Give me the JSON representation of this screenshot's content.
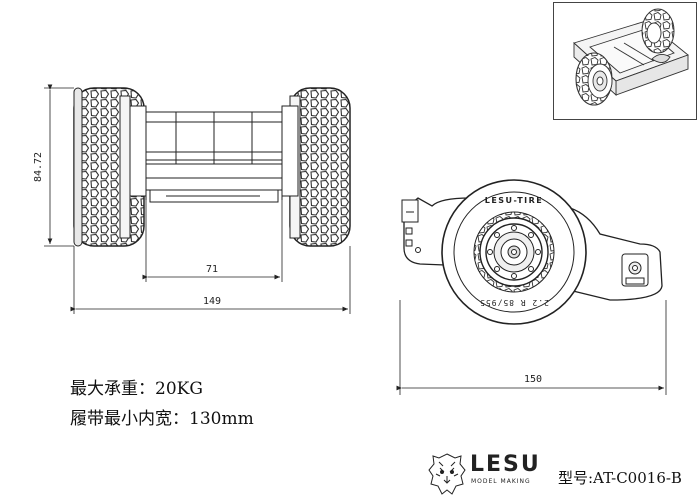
{
  "dimensions": {
    "height": "84.72",
    "inner_width": "71",
    "overall_width": "149",
    "length": "150"
  },
  "specs": {
    "max_load": "最大承重：20KG",
    "track_inner_width": "履带最小内宽：130mm"
  },
  "brand": {
    "name": "LESU",
    "subtitle": "MODEL MAKING",
    "model_number": "型号:AT-C0016-B"
  },
  "tire_text": {
    "brand": "LESU-TIRE",
    "size": "2.2 R 85/955"
  },
  "icons": [
    "lion-logo-icon"
  ]
}
